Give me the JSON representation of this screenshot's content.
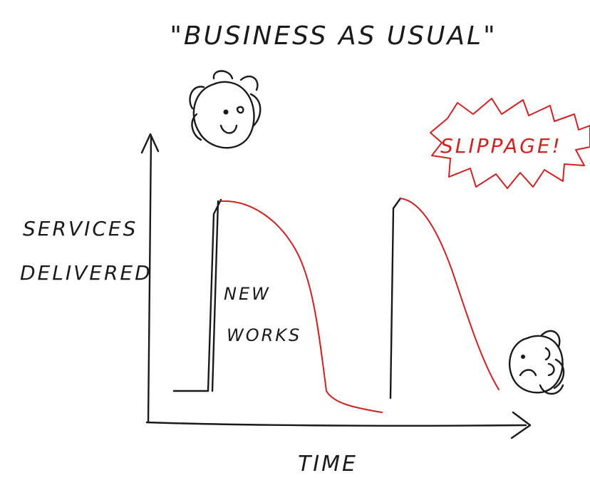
{
  "title": "\"BUSINESS AS USUAL\"",
  "y_axis_label_line1": "SERVICES",
  "y_axis_label_line2": "DELIVERED",
  "x_axis_label": "TIME",
  "annotation_inside": {
    "line1": "NEW",
    "line2": "WORKS"
  },
  "slippage_label": "SLIPPAGE!",
  "colors": {
    "ink": "#1a1a1a",
    "accent": "#d32020"
  },
  "icons": [
    "happy-face-icon",
    "sad-face-icon"
  ]
}
